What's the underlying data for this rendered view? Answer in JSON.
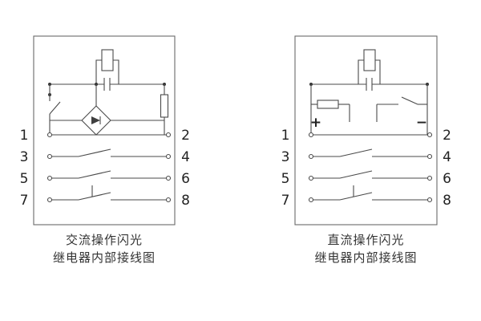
{
  "page": {
    "background": "#ffffff"
  },
  "colors": {
    "line": "#4a4a4a",
    "text": "#333333",
    "number": "#222222"
  },
  "diagrams": {
    "ac": {
      "caption_line1": "交流操作闪光",
      "caption_line2": "继电器内部接线图",
      "terminals_left": [
        "1",
        "3",
        "5",
        "7"
      ],
      "terminals_right": [
        "2",
        "4",
        "6",
        "8"
      ]
    },
    "dc": {
      "caption_line1": "直流操作闪光",
      "caption_line2": "继电器内部接线图",
      "terminals_left": [
        "1",
        "3",
        "5",
        "7"
      ],
      "terminals_right": [
        "2",
        "4",
        "6",
        "8"
      ],
      "polarity": {
        "plus": "+",
        "minus": "−"
      }
    }
  }
}
